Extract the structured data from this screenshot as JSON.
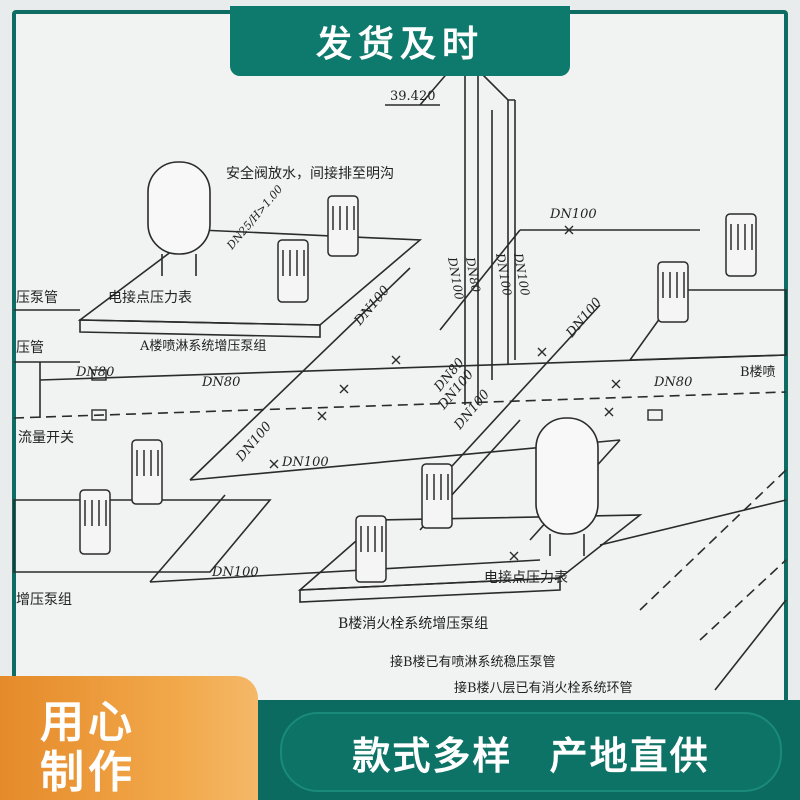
{
  "banner_top": "发货及时",
  "badge_left": [
    "用心",
    "制作"
  ],
  "badge_right": "款式多样 产地直供",
  "diagram": {
    "elevation": "39.420",
    "relief_note": "安全阀放水，间接排至明沟",
    "pipe_annot": "DN25/H>1.00",
    "pressure_gauge_a": "电接点压力表",
    "pressure_gauge_b": "电接点压力表",
    "system_a": "A楼喷淋系统增压泵组",
    "system_b": "B楼消火栓系统增压泵组",
    "system_c": "增压泵组",
    "system_b_right": "B楼喷",
    "pump_pipe_1": "压泵管",
    "pump_pipe_2": "压管",
    "flow_switch": "流量开关",
    "connect_1": "接B楼已有喷淋系统稳压泵管",
    "connect_2": "接B楼八层已有消火栓系统环管",
    "dn_labels": [
      "DN100",
      "DN100",
      "DN100",
      "DN100",
      "DN80",
      "DN80",
      "DN80",
      "DN100",
      "DN100",
      "DN100",
      "DN100",
      "DN80",
      "DN80",
      "DN100",
      "DN100",
      "DN100"
    ]
  }
}
